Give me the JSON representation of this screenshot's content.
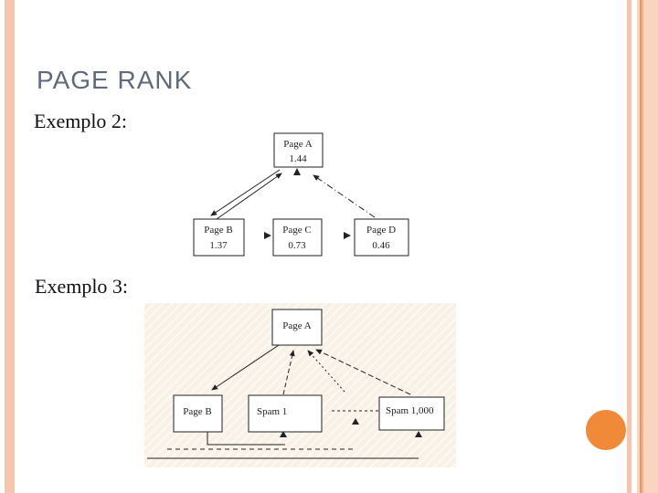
{
  "colors": {
    "accent-peach": "#f5c6ad",
    "accent-peach-light": "#fbd4c0",
    "accent-orange-line": "#e59a66",
    "accent-circle": "#f18a38",
    "title-gray": "#5f6b7a",
    "diagram2-bg": "#f8f1e6"
  },
  "slide": {
    "title": "PAGE RANK",
    "example2_label": "Exemplo 2:",
    "example3_label": "Exemplo 3:"
  },
  "diagram1": {
    "nodes": {
      "a": {
        "name": "Page A",
        "value": "1.44"
      },
      "b": {
        "name": "Page B",
        "value": "1.37"
      },
      "c": {
        "name": "Page C",
        "value": "0.73"
      },
      "d": {
        "name": "Page D",
        "value": "0.46"
      }
    }
  },
  "diagram2": {
    "nodes": {
      "a": {
        "name": "Page A"
      },
      "b": {
        "name": "Page B"
      },
      "spam1": {
        "name": "Spam 1"
      },
      "spam1000": {
        "name": "Spam 1,000"
      }
    }
  }
}
